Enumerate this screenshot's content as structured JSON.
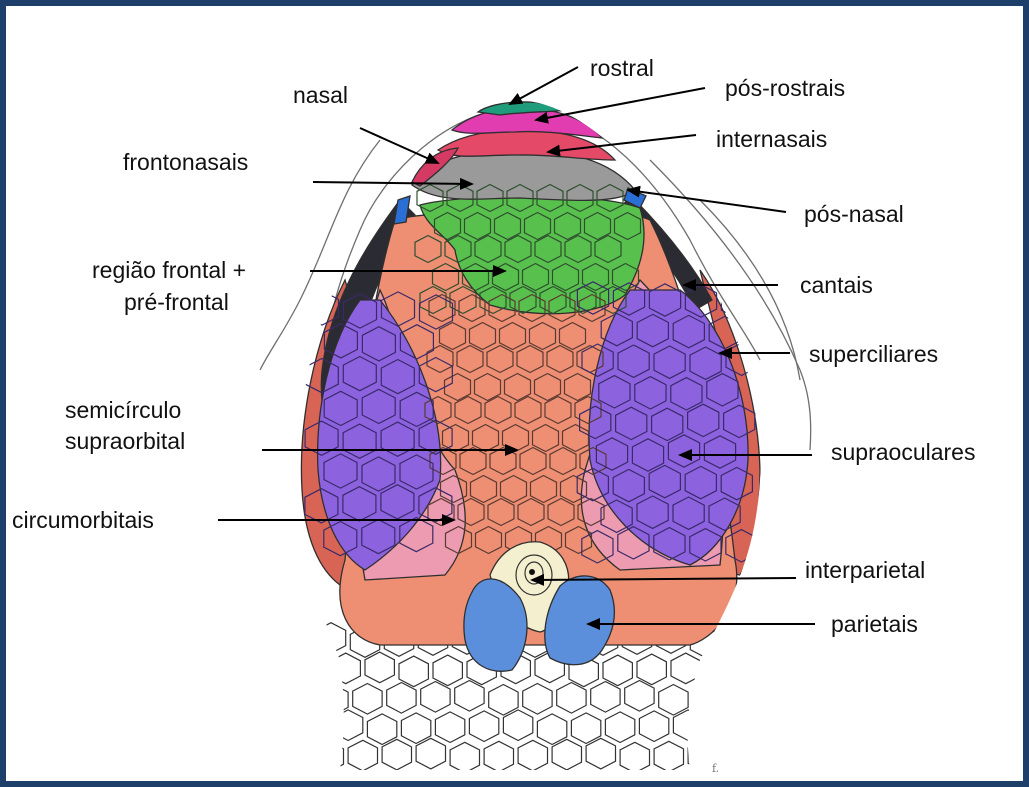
{
  "colors": {
    "frame_border": "#1f3f6b",
    "rostral": "#1e9c7c",
    "pos_rostrais": "#e13db0",
    "internasais": "#e44a68",
    "nasal": "#d43a63",
    "frontonasais": "#9a9a9a",
    "pos_nasal": "#2a6fd6",
    "frontal": "#58c14d",
    "cantais": "#2b2b33",
    "superciliares": "#d86456",
    "supraoculares": "#8c62df",
    "semicirculo": "#ee8f74",
    "circumorbitais": "#ec9bb0",
    "interparietal": "#f4f0cf",
    "parietais": "#5b8fdc",
    "posterior_scales": "#ffffff"
  },
  "labels": {
    "rostral": "rostral",
    "pos_rostrais": "pós-rostrais",
    "internasais": "internasais",
    "nasal": "nasal",
    "frontonasais": "frontonasais",
    "pos_nasal": "pós-nasal",
    "regiao_frontal_1": "região frontal +",
    "regiao_frontal_2": "pré-frontal",
    "cantais": "cantais",
    "superciliares": "superciliares",
    "semicirculo_1": "semicírculo",
    "semicirculo_2": "supraorbital",
    "supraoculares": "supraoculares",
    "circumorbitais": "circumorbitais",
    "interparietal": "interparietal",
    "parietais": "parietais",
    "signature": "f."
  }
}
